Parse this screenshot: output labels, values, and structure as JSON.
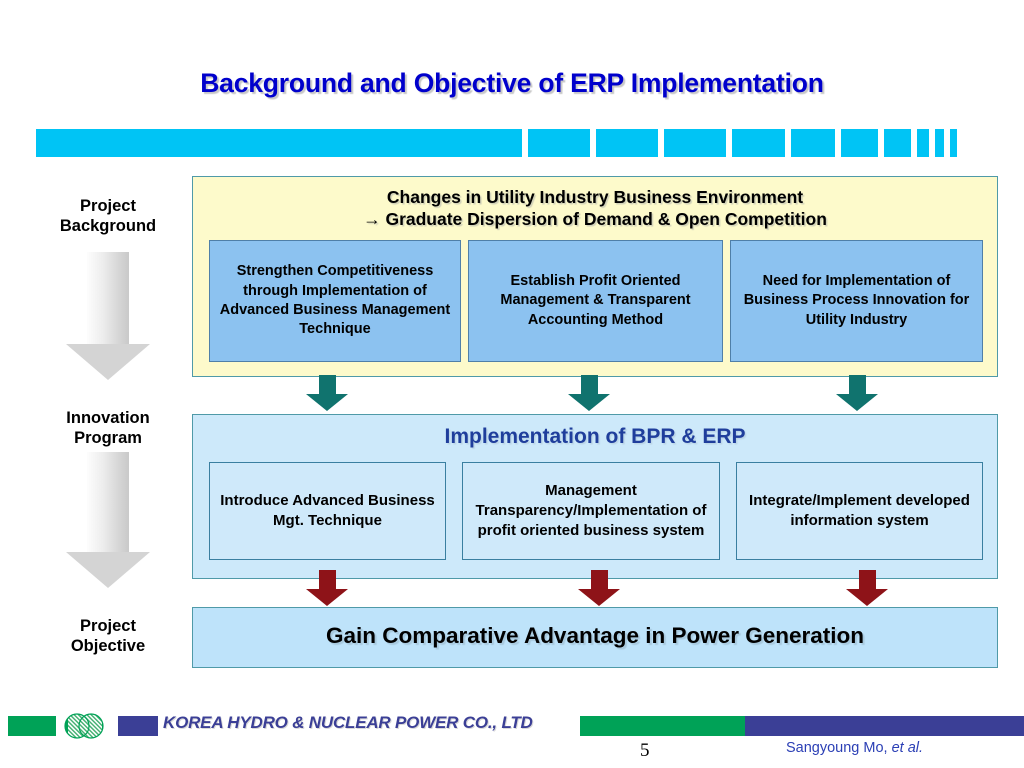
{
  "slide": {
    "title": "Background and Objective of ERP Implementation",
    "deco_bar": {
      "name": "segmented-accent-bar",
      "color": "#00C4F5",
      "segment_widths": [
        486,
        62,
        62,
        62,
        53,
        44,
        37,
        27,
        12,
        9,
        7
      ]
    }
  },
  "row_labels": {
    "background": "Project\nBackground",
    "background_line1": "Project",
    "background_line2": "Background",
    "innovation_line1": "Innovation",
    "innovation_line2": "Program",
    "objective_line1": "Project",
    "objective_line2": "Objective"
  },
  "panels": {
    "background": {
      "heading_line1": "Changes in Utility Industry Business Environment",
      "heading_line2": "→ Graduate Dispersion of Demand & Open Competition",
      "fill_color": "#FDFACB",
      "border_color": "#4F9AA8",
      "boxes": [
        {
          "text": "Strengthen Competitiveness through Implementation of Advanced Business Management Technique",
          "fill_color": "#8CC2F0"
        },
        {
          "text": "Establish Profit Oriented Management & Transparent Accounting Method",
          "fill_color": "#8CC2F0"
        },
        {
          "text": "Need for Implementation of Business Process Innovation for Utility Industry",
          "fill_color": "#8CC2F0"
        }
      ]
    },
    "innovation": {
      "heading": "Implementation of BPR & ERP",
      "heading_color": "#1F3E9C",
      "fill_color": "#CDE9FA",
      "border_color": "#4F9AA8",
      "boxes": [
        {
          "text": "Introduce Advanced Business Mgt. Technique",
          "fill_color": "#CFE9FA"
        },
        {
          "text": "Management Transparency/Implementation of profit oriented business system",
          "fill_color": "#CFE9FA"
        },
        {
          "text": "Integrate/Implement developed information system",
          "fill_color": "#CFE9FA"
        }
      ]
    },
    "objective": {
      "heading": "Gain Comparative Advantage in Power Generation",
      "fill_color": "#BEE3FA",
      "border_color": "#4F9AA8"
    }
  },
  "connectors": {
    "teal_color": "#10736E",
    "red_color": "#8E1318",
    "gray_color": "#D4D4D4",
    "teal_count": 3,
    "red_count": 3,
    "gray_count": 2
  },
  "footer": {
    "company": "KOREA HYDRO & NUCLEAR POWER CO., LTD",
    "company_color": "#3B3F96",
    "green_color": "#00A257",
    "page_number": "5",
    "author": "Sangyoung Mo,",
    "author_suffix": "et al.",
    "author_color": "#2B3FB5"
  }
}
